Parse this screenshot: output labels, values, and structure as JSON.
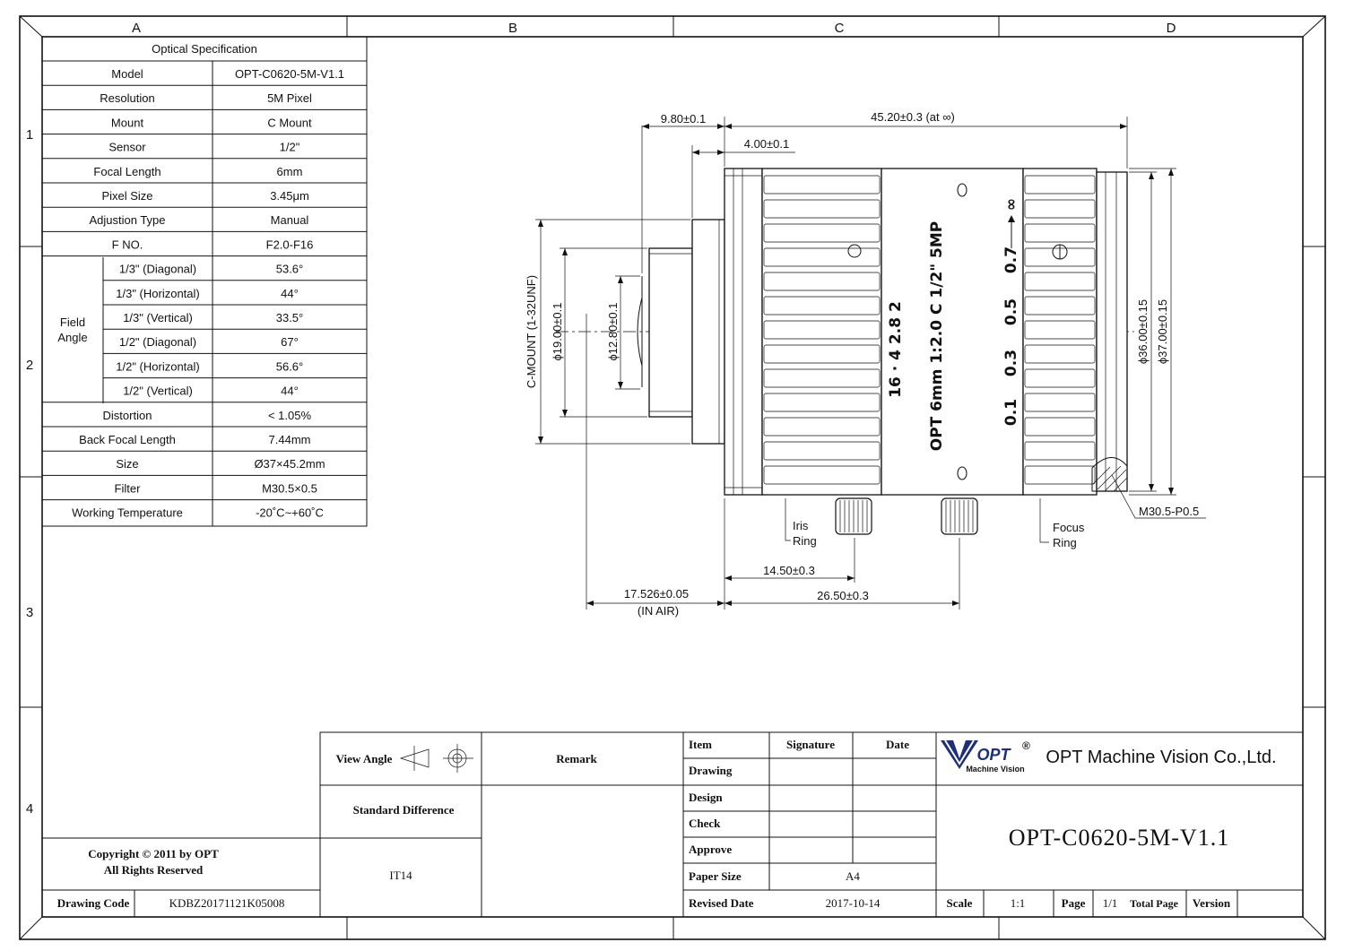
{
  "zones": {
    "columns": [
      "A",
      "B",
      "C",
      "D"
    ],
    "rows": [
      "1",
      "2",
      "3",
      "4"
    ]
  },
  "spec_table": {
    "title": "Optical Specification",
    "rows": [
      {
        "label": "Model",
        "value": "OPT-C0620-5M-V1.1"
      },
      {
        "label": "Resolution",
        "value": "5M Pixel"
      },
      {
        "label": "Mount",
        "value": "C Mount"
      },
      {
        "label": "Sensor",
        "value": "1/2\""
      },
      {
        "label": "Focal Length",
        "value": "6mm"
      },
      {
        "label": "Pixel Size",
        "value": "3.45μm"
      },
      {
        "label": "Adjustion Type",
        "value": "Manual"
      },
      {
        "label": "F NO.",
        "value": "F2.0-F16"
      }
    ],
    "field_angle": {
      "label_line1": "Field",
      "label_line2": "Angle",
      "rows": [
        {
          "sub": "1/3\"  (Diagonal)",
          "value": "53.6°"
        },
        {
          "sub": "1/3\"  (Horizontal)",
          "value": "44°"
        },
        {
          "sub": "1/3\"  (Vertical)",
          "value": "33.5°"
        },
        {
          "sub": "1/2\"  (Diagonal)",
          "value": "67°"
        },
        {
          "sub": "1/2\"  (Horizontal)",
          "value": "56.6°"
        },
        {
          "sub": "1/2\"  (Vertical)",
          "value": "44°"
        }
      ]
    },
    "rows_after": [
      {
        "label": "Distortion",
        "value": "< 1.05%"
      },
      {
        "label": "Back Focal Length",
        "value": "7.44mm"
      },
      {
        "label": "Size",
        "value": "Ø37×45.2mm"
      },
      {
        "label": "Filter",
        "value": "M30.5×0.5"
      },
      {
        "label": "Working Temperature",
        "value": "-20˚C~+60˚C"
      }
    ]
  },
  "drawing": {
    "dimensions": {
      "flange_len": "9.80±0.1",
      "total_len": "45.20±0.3 (at ∞)",
      "mount_len": "4.00±0.1",
      "thread": "C-MOUNT (1-32UNF)",
      "dia_19": "ϕ19.00±0.1",
      "dia_12": "ϕ12.80±0.1",
      "dia_36": "ϕ36.00±0.15",
      "dia_37": "ϕ37.00±0.15",
      "iris_pos": "14.50±0.3",
      "focus_pos": "26.50±0.3",
      "back_focal": "17.526±0.05",
      "back_focal_note": "(IN AIR)",
      "filter_thread": "M30.5-P0.5"
    },
    "callouts": {
      "iris_1": "Iris",
      "iris_2": "Ring",
      "focus_1": "Focus",
      "focus_2": "Ring"
    },
    "engraving": {
      "aperture_scale": "16 · 4 2.8 2",
      "model_line": "OPT 6mm 1:2.0  C 1/2\" 5MP",
      "focus_scale": [
        "0.1",
        "0.3",
        "0.5",
        "0.7",
        "∞"
      ]
    }
  },
  "title_block": {
    "view_angle": "View Angle",
    "remark": "Remark",
    "standard_difference": "Standard Difference",
    "tolerance": "IT14",
    "copyright_1": "Copyright © 2011 by OPT",
    "copyright_2": "All Rights Reserved",
    "drawing_code_label": "Drawing Code",
    "drawing_code": "KDBZ20171121K05008",
    "item": "Item",
    "signature": "Signature",
    "date": "Date",
    "drawing": "Drawing",
    "design": "Design",
    "check": "Check",
    "approve": "Approve",
    "paper_size_label": "Paper Size",
    "paper_size": "A4",
    "revised_date_label": "Revised Date",
    "revised_date": "2017-10-14",
    "scale_label": "Scale",
    "scale": "1:1",
    "page_label": "Page",
    "page": "1/1",
    "total_page_label": "Total Page",
    "version_label": "Version",
    "company": "OPT Machine Vision Co.,Ltd.",
    "logo_text": "OPT",
    "logo_reg": "®",
    "logo_sub": "Machine Vision",
    "part_number": "OPT-C0620-5M-V1.1"
  }
}
